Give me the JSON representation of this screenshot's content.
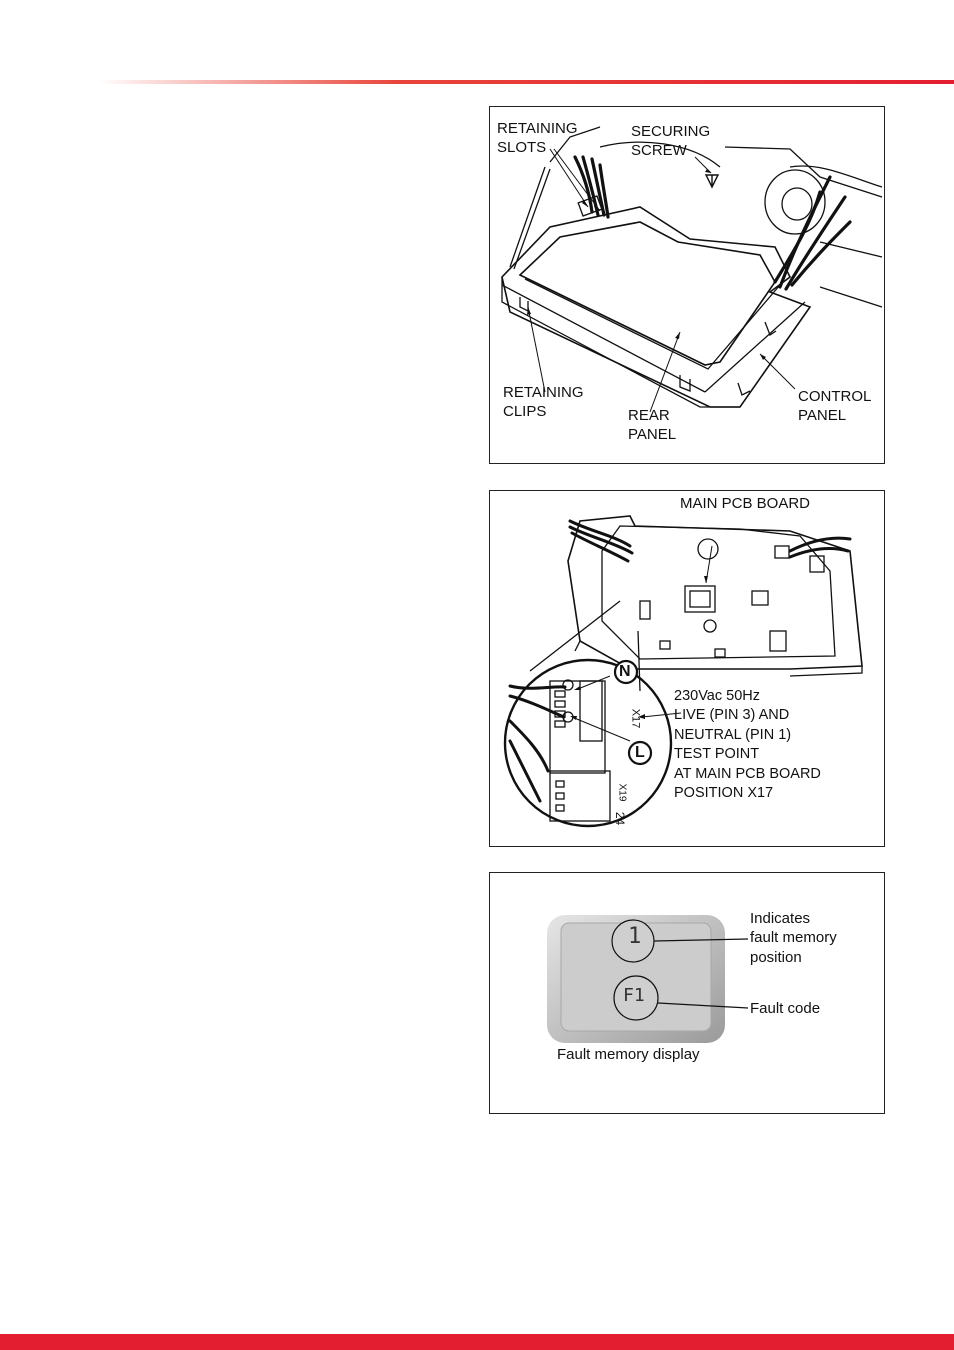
{
  "colors": {
    "accent": "#e31e30",
    "line": "#111111",
    "display_frame": "#b3b3b3",
    "display_face": "#cccccc"
  },
  "figure1": {
    "labels": {
      "retaining_slots_1": "RETAINING",
      "retaining_slots_2": "SLOTS",
      "securing_screw_1": "SECURING",
      "securing_screw_2": "SCREW",
      "retaining_clips_1": "RETAINING",
      "retaining_clips_2": "CLIPS",
      "rear_panel_1": "REAR",
      "rear_panel_2": "PANEL",
      "control_panel_1": "CONTROL",
      "control_panel_2": "PANEL"
    }
  },
  "figure2": {
    "labels": {
      "main_pcb": "MAIN PCB BOARD",
      "neutral_marker": "N",
      "live_marker": "L",
      "connector_x17": "X17",
      "connector_x19": "X19",
      "pin_24": "24",
      "test_line_1": "230Vac 50Hz",
      "test_line_2": "LIVE (PIN 3) AND",
      "test_line_3": "NEUTRAL  (PIN 1)",
      "test_line_4": "TEST POINT",
      "test_line_5": "AT MAIN PCB BOARD",
      "test_line_6": "POSITION X17"
    }
  },
  "figure3": {
    "labels": {
      "indicates_1": "Indicates",
      "indicates_2": "fault memory",
      "indicates_3": "position",
      "fault_code": "Fault code",
      "caption": "Fault memory display",
      "display_position": "1",
      "display_code": "F1"
    }
  }
}
